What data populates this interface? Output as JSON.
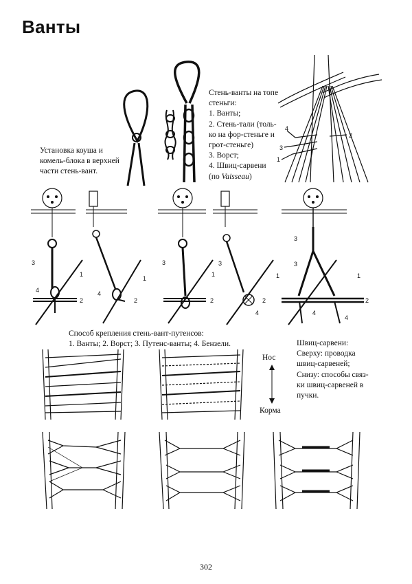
{
  "page": {
    "title": "Ванты",
    "page_number": "302"
  },
  "captions": {
    "thimble": [
      "Установка коуша и",
      "комель-блока в верхней",
      "части стень-вант."
    ],
    "topmast_top": {
      "lines": [
        "Стень-ванты на топе",
        "стеньги:",
        "1. Ванты;",
        "2. Стень-тали (толь-",
        "ко на фор-стеньге и",
        "грот-стеньге)",
        "3. Ворст;",
        "4. Швиц-сарвени"
      ],
      "source_prefix": "(по ",
      "source_italic": "Vaisseau",
      "source_suffix": ")"
    },
    "attachment": [
      "Способ крепления стень-вант-путенсов:",
      "1. Ванты; 2. Ворст; 3. Путенс-ванты; 4. Бензели."
    ],
    "swifter": [
      "Швиц-сарвени:",
      "Сверху: проводка",
      "швиц-сарвеней;",
      "Снизу: способы связ-",
      "ки швиц-сарвеней в",
      "пучки."
    ],
    "direction": {
      "bow": "Нос",
      "stern": "Корма"
    }
  },
  "labels": {
    "mast": [
      "2",
      "4",
      "3",
      "1"
    ],
    "fig1": [
      "3",
      "1",
      "4",
      "2"
    ],
    "fig2": [
      "1",
      "4",
      "2"
    ],
    "fig3": [
      "3",
      "1",
      "2"
    ],
    "fig4": [
      "3",
      "1",
      "2",
      "4"
    ],
    "fig5": [
      "3",
      "3",
      "1",
      "2",
      "4",
      "4"
    ]
  }
}
